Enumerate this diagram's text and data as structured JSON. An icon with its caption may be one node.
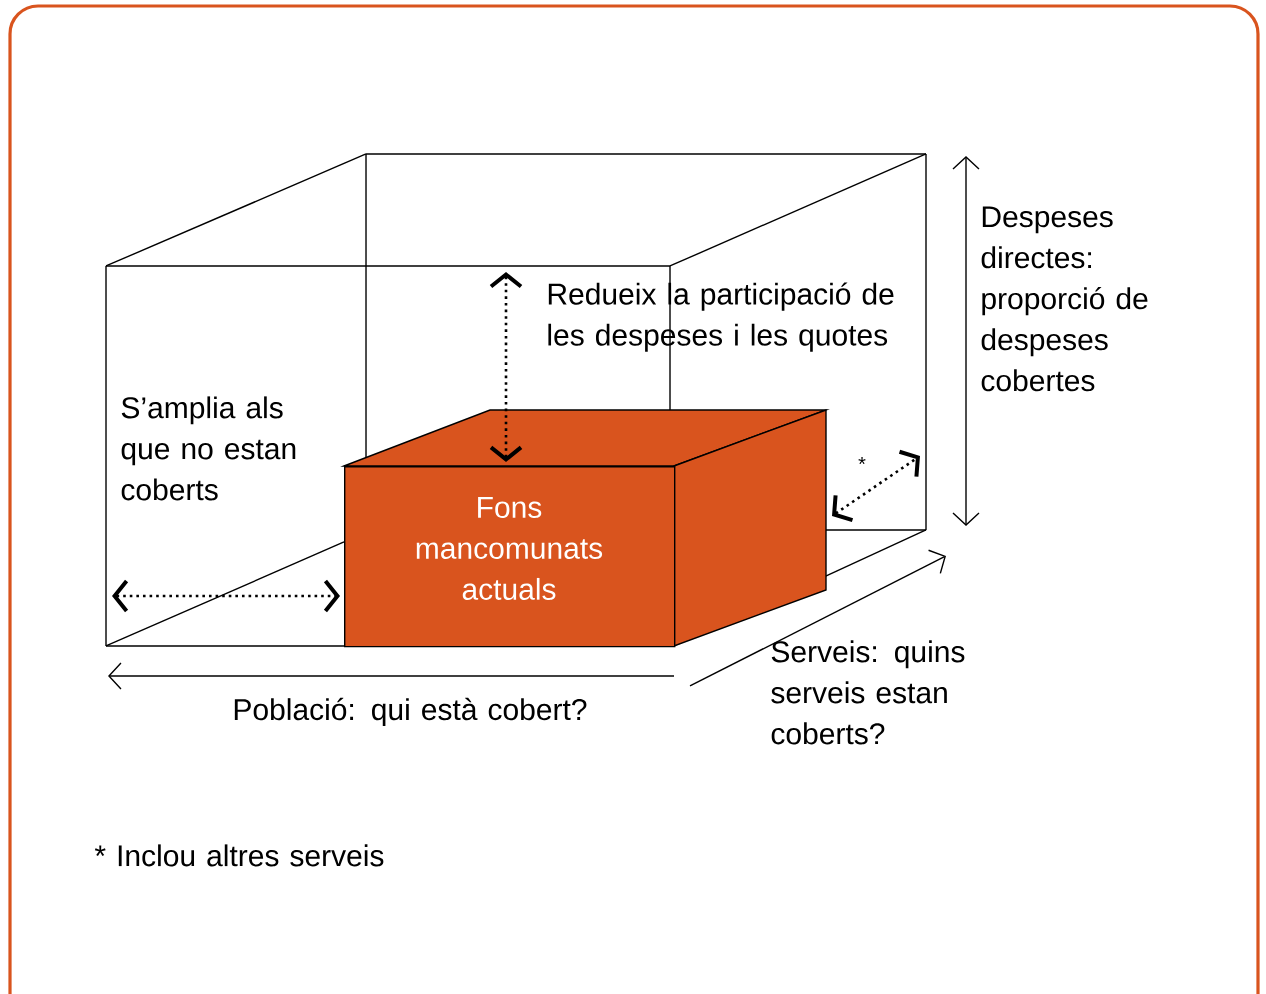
{
  "diagram": {
    "nodes": [
      {
        "text": [
          "Fons mancomunats actuals"
        ]
      }
    ],
    "labels": [
      "Redueix la participació de les despeses i les quotes",
      "Despeses directes: proporció de despeses cobertes",
      "S’amplia als que no estan coberts",
      "*",
      "Serveis: quins serveis estan coberts?",
      "Població: qui està cobert?",
      "* Inclou altres serveis"
    ]
  }
}
